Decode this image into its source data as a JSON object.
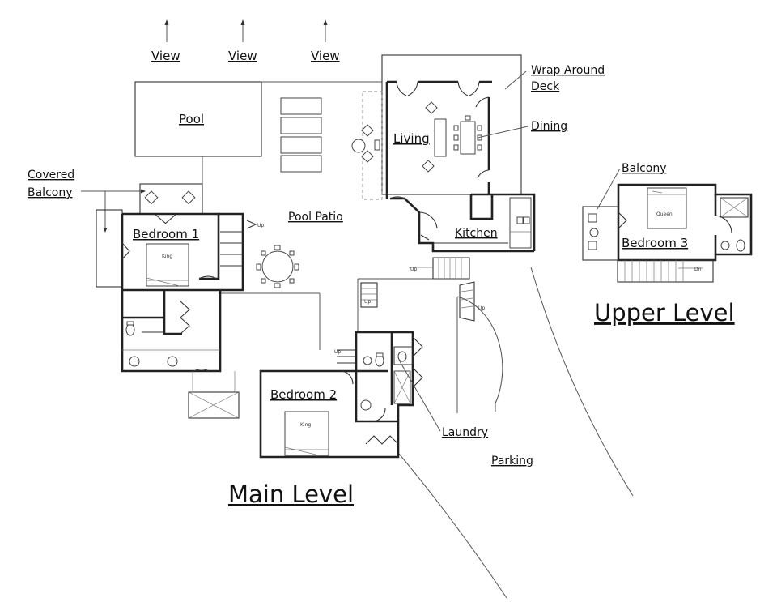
{
  "labels": {
    "view_1": "View",
    "view_2": "View",
    "view_3": "View",
    "pool": "Pool",
    "pool_patio": "Pool Patio",
    "covered_balcony_line1": "Covered",
    "covered_balcony_line2": "Balcony",
    "bedroom_1": "Bedroom 1",
    "bedroom_2": "Bedroom 2",
    "bedroom_3": "Bedroom 3",
    "living": "Living",
    "dining": "Dining",
    "kitchen": "Kitchen",
    "wrap_deck_line1": "Wrap Around",
    "wrap_deck_line2": "Deck",
    "balcony": "Balcony",
    "laundry": "Laundry",
    "parking": "Parking",
    "main_level": "Main Level",
    "upper_level": "Upper Level"
  },
  "small_text": {
    "king_1": "King",
    "king_2": "King",
    "queen": "Queen",
    "up_1": "Up",
    "up_2": "Up",
    "up_3": "Up",
    "up_4": "Up",
    "up_5": "Up",
    "dn": "Dn"
  },
  "colors": {
    "line": "#222222",
    "background": "#ffffff"
  }
}
